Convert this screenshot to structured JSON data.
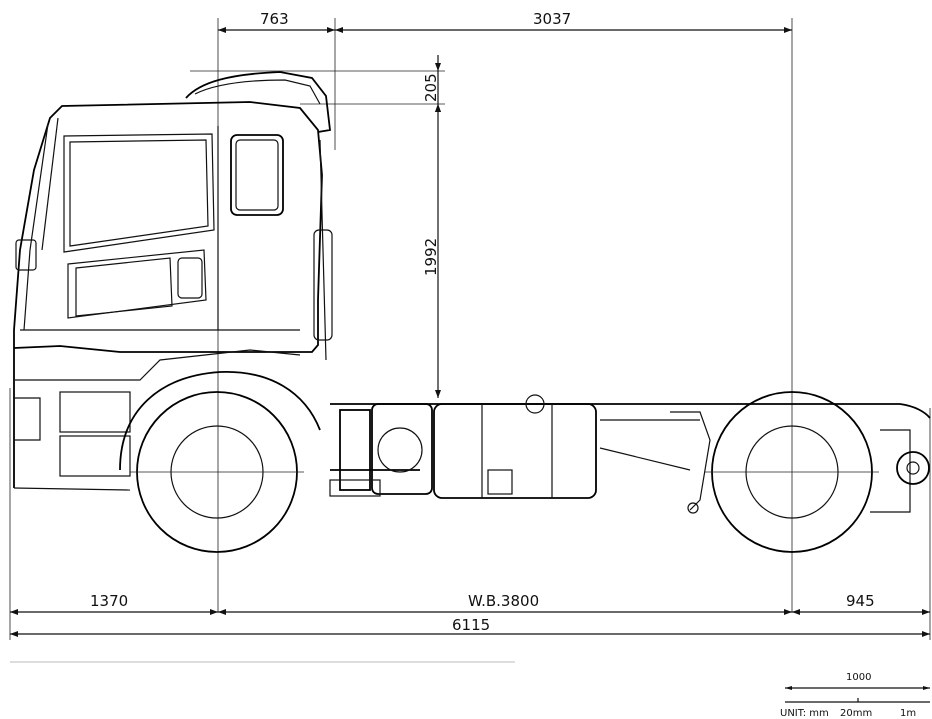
{
  "dimensions": {
    "cab_offset": "763",
    "axle_to_rear": "3037",
    "roof_height": "205",
    "cab_height": "1992",
    "front_overhang": "1370",
    "wheelbase": "W.B.3800",
    "rear_overhang": "945",
    "overall_length": "6115"
  },
  "scale_bar": {
    "length_label": "1000",
    "unit_label": "UNIT: mm",
    "scale_a": "20mm",
    "scale_b": "1m"
  }
}
